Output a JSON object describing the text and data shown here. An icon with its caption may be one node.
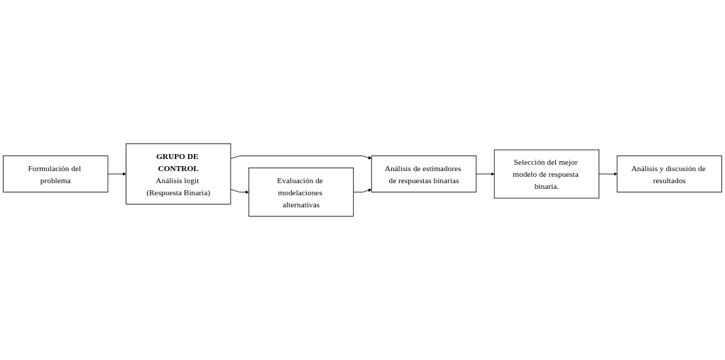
{
  "diagram": {
    "nodes": [
      {
        "text": [
          "Formulación del problema"
        ]
      },
      {
        "text": [
          "GRUPO DE CONTROL",
          "Análisis logit (Respuesta Binaria)"
        ]
      },
      {
        "text": [
          "Evaluación de modelaciones alternativas"
        ]
      },
      {
        "text": [
          "Análisis de estimadores de respuestas binarias"
        ]
      },
      {
        "text": [
          "Selección del mejor modelo de respuesta binaria."
        ]
      },
      {
        "text": [
          "Análisis y discusión de resultados"
        ]
      }
    ],
    "edges": [
      {
        "from": 0,
        "to": 1,
        "arrow": "to"
      },
      {
        "from": 1,
        "to": 2,
        "arrow": "to"
      },
      {
        "from": 1,
        "to": 3,
        "arrow": "to"
      },
      {
        "from": 2,
        "to": 3,
        "arrow": "to"
      },
      {
        "from": 3,
        "to": 4,
        "arrow": "to"
      },
      {
        "from": 4,
        "to": 5,
        "arrow": "to"
      }
    ]
  }
}
